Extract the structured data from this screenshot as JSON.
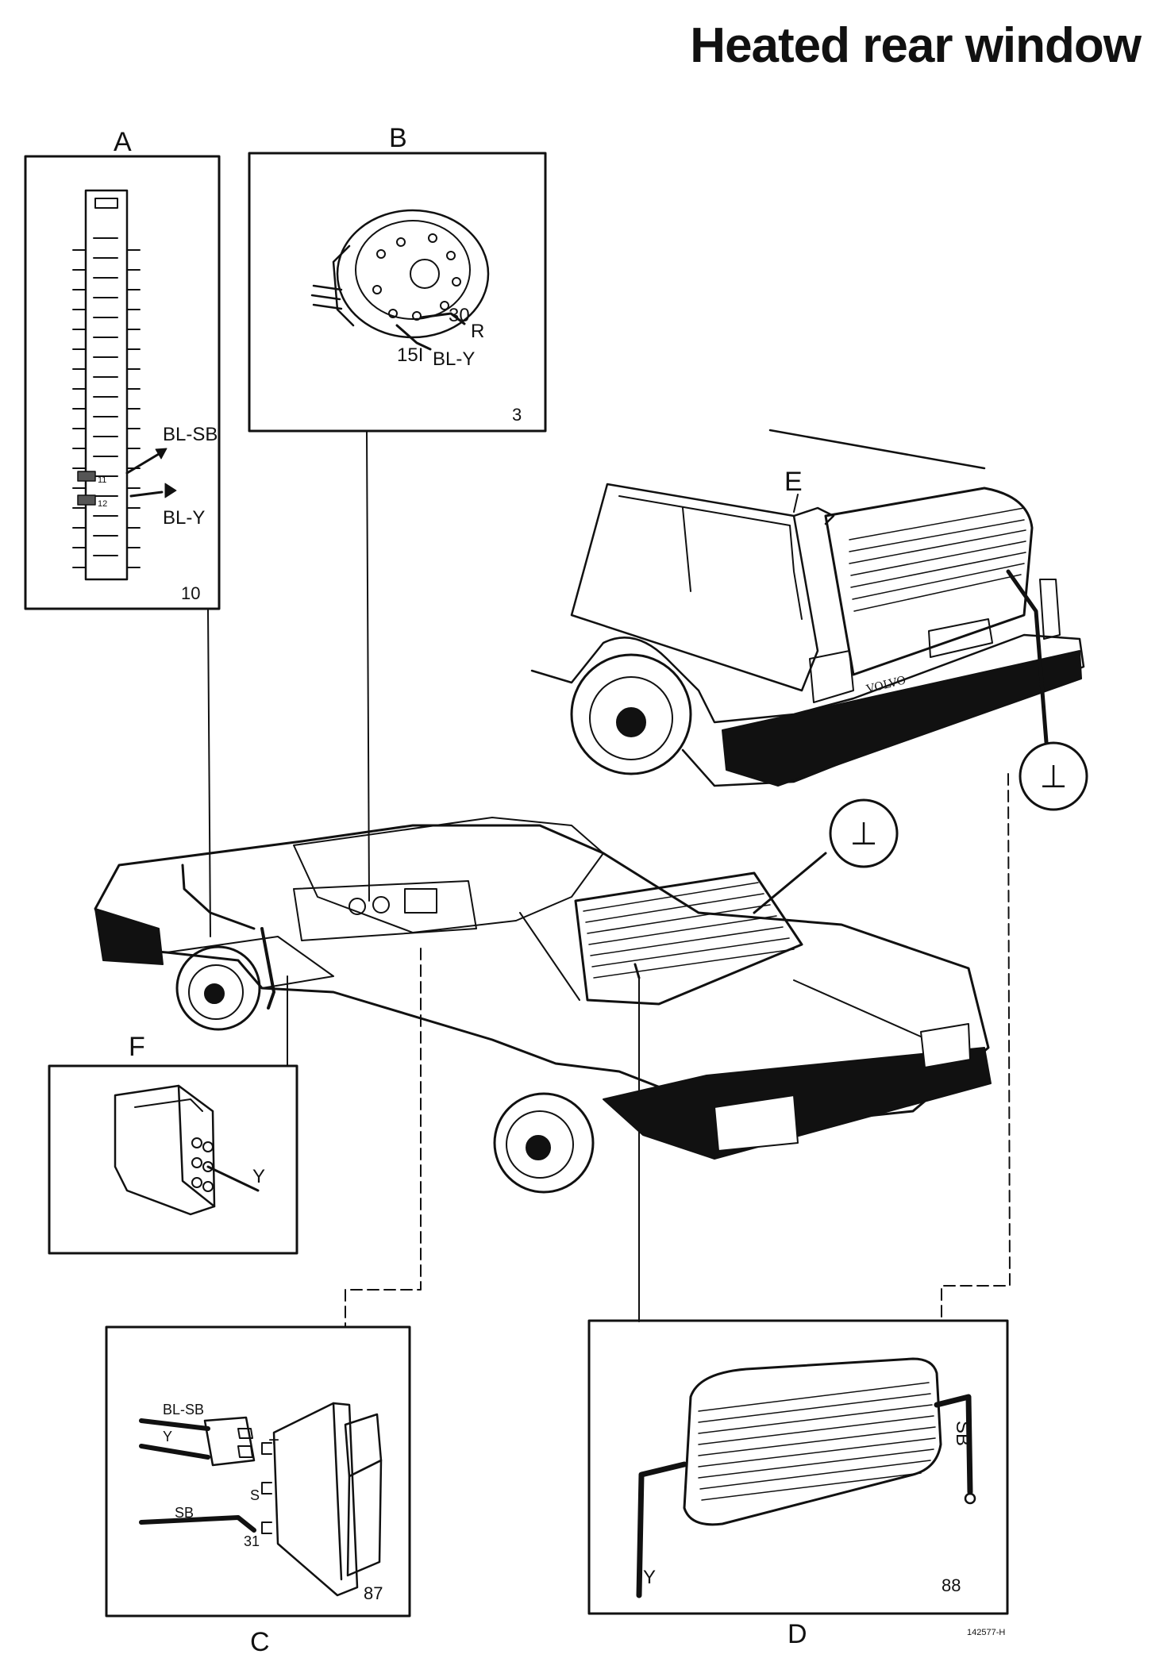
{
  "title": "Heated rear window",
  "panels": {
    "A": {
      "letter": "A",
      "number": "10",
      "wire_labels": [
        "BL-SB",
        "BL-Y"
      ],
      "pin_labels": [
        "11",
        "12"
      ]
    },
    "B": {
      "letter": "B",
      "number": "3",
      "terminal_labels": [
        "30",
        "R",
        "15I",
        "BL-Y"
      ]
    },
    "C": {
      "letter": "C",
      "number": "87",
      "wire_labels": [
        "BL-SB",
        "Y",
        "SB"
      ],
      "terminal_labels": [
        "+",
        "S",
        "31"
      ]
    },
    "D": {
      "letter": "D",
      "number": "88",
      "wire_labels": [
        "SB",
        "Y"
      ]
    },
    "E": {
      "letter": "E"
    },
    "F": {
      "letter": "F",
      "wire_labels": [
        "Y"
      ]
    }
  },
  "car_badge": "VOLVO",
  "ground_symbol": "⊥",
  "figure_code": "142577-H"
}
